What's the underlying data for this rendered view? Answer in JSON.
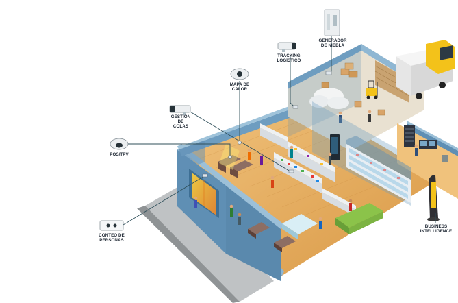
{
  "colors": {
    "wall_blue": "#5f8fb4",
    "wall_top": "#8fb7d3",
    "floor_wood": "#e7b268",
    "floor_dark": "#c98a3e",
    "callout_line": "#2f4f5a",
    "truck_yellow": "#f3c21a",
    "accent_green": "#5aa84a",
    "text": "#1b2430"
  },
  "callouts": [
    {
      "id": "generador-niebla",
      "icon": "fog-generator-icon",
      "lines": [
        "GENERADOR",
        "DE NIEBLA"
      ]
    },
    {
      "id": "tracking-logistico",
      "icon": "bullet-camera-icon",
      "lines": [
        "TRACKING",
        "LOGÍSTICO"
      ]
    },
    {
      "id": "mapa-calor",
      "icon": "fisheye-camera-icon",
      "lines": [
        "MAPA DE",
        "CALOR"
      ]
    },
    {
      "id": "gestion-colas",
      "icon": "bullet-camera-icon",
      "lines": [
        "GESTIÓN",
        "DE",
        "COLAS"
      ]
    },
    {
      "id": "pos-tpv",
      "icon": "dome-camera-icon",
      "lines": [
        "POS/TPV"
      ]
    },
    {
      "id": "conteo-personas",
      "icon": "people-counter-icon",
      "lines": [
        "CONTEO DE",
        "PERSONAS"
      ]
    },
    {
      "id": "business-intelligence",
      "icon": "kiosk-display-icon",
      "lines": [
        "BUSINESS",
        "INTELLIGENCE"
      ]
    }
  ]
}
